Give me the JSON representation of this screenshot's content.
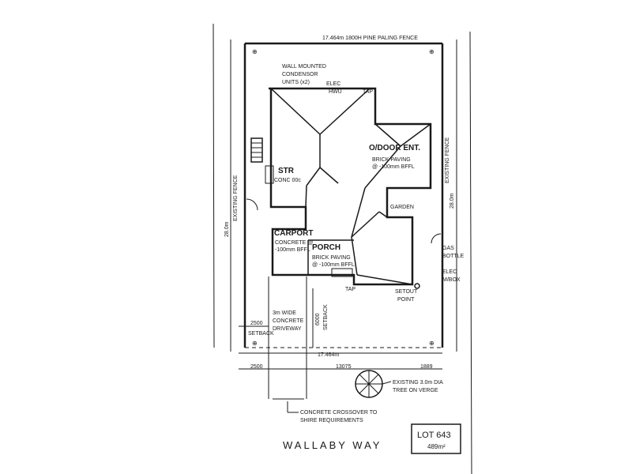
{
  "plan": {
    "top_fence": "17.464m  1800H PINE PALING FENCE",
    "wall_condensor": [
      "WALL MOUNTED",
      "CONDENSOR",
      "UNITS (x2)"
    ],
    "elec": "ELEC",
    "hwu": "HWU",
    "tap_top": "TAP",
    "odoor": "O/DOOR ENT.",
    "odoor_paving": [
      "BRICK PAVING",
      "@ -100mm BFFL"
    ],
    "str": "STR",
    "str_conc": "CONC 00c",
    "existing_fence_left": "EXISTING FENCE",
    "existing_fence_right": "EXISTING FENCE",
    "dim_left": "28.0m",
    "dim_right": "28.0m",
    "garden": "GARDEN",
    "carport": "CARPORT",
    "carport_conc": [
      "CONCRETE @",
      "-100mm BFFL"
    ],
    "porch": "PORCH",
    "porch_paving": [
      "BRICK PAVING",
      "@ -100mm BFFL"
    ],
    "gas": [
      "GAS",
      "BOTTLE"
    ],
    "elec_mbox": [
      "ELEC",
      "M/BOX"
    ],
    "tap_bottom": "TAP",
    "setout": [
      "SETOUT",
      "POINT"
    ],
    "driveway": [
      "3m WIDE",
      "CONCRETE",
      "DRIVEWAY"
    ],
    "setback_6000": "6000",
    "setback_label": "SETBACK",
    "setback_2500": "2500",
    "setback_left": "SETBACK",
    "bottom_fence": "17.464m",
    "bottom_dims": [
      "2500",
      "13075",
      "1889"
    ],
    "tree": [
      "EXISTING 3.0m DIA",
      "TREE ON VERGE"
    ],
    "crossover": [
      "CONCRETE CROSSOVER TO",
      "SHIRE REQUIREMENTS"
    ],
    "street": "WALLABY WAY",
    "lot": "LOT 643",
    "lot_area": "489m²"
  }
}
